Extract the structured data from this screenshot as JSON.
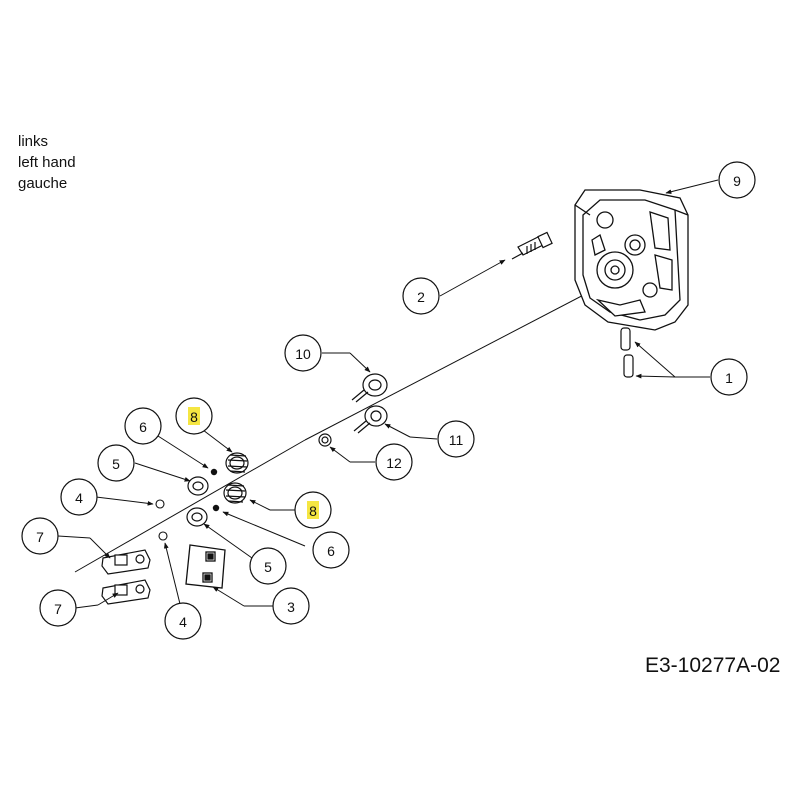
{
  "side_label": {
    "lines": [
      "links",
      "left hand",
      "gauche"
    ]
  },
  "drawing_id": "E3-10277A-02",
  "highlight_color": "#f5e642",
  "callouts": [
    {
      "id": "c-9",
      "label": "9"
    },
    {
      "id": "c-2",
      "label": "2"
    },
    {
      "id": "c-1",
      "label": "1"
    },
    {
      "id": "c-10",
      "label": "10"
    },
    {
      "id": "c-11",
      "label": "11"
    },
    {
      "id": "c-12",
      "label": "12"
    },
    {
      "id": "c-8a",
      "label": "8",
      "highlighted": true
    },
    {
      "id": "c-8b",
      "label": "8",
      "highlighted": true
    },
    {
      "id": "c-6a",
      "label": "6"
    },
    {
      "id": "c-6b",
      "label": "6"
    },
    {
      "id": "c-5a",
      "label": "5"
    },
    {
      "id": "c-5b",
      "label": "5"
    },
    {
      "id": "c-4a",
      "label": "4"
    },
    {
      "id": "c-4b",
      "label": "4"
    },
    {
      "id": "c-7a",
      "label": "7"
    },
    {
      "id": "c-7b",
      "label": "7"
    },
    {
      "id": "c-3",
      "label": "3"
    }
  ]
}
